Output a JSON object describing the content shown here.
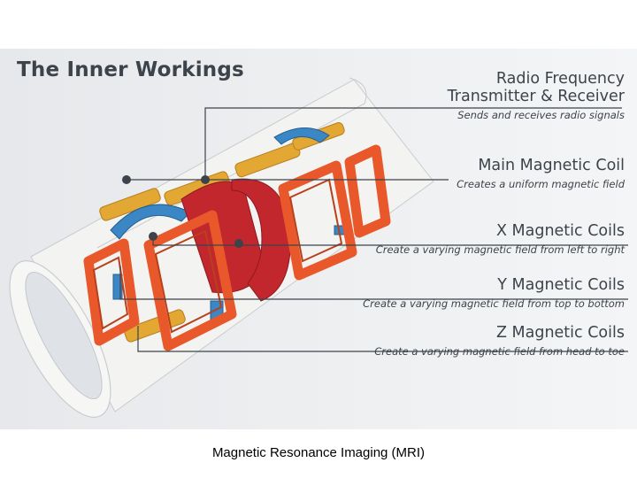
{
  "title": "The Inner Workings",
  "caption": "Magnetic Resonance Imaging (MRI)",
  "labels": [
    {
      "heading": "Radio Frequency",
      "heading2": "Transmitter & Receiver",
      "sub": "Sends and receives radio signals"
    },
    {
      "heading": "Main Magnetic Coil",
      "sub": "Creates a uniform magnetic field"
    },
    {
      "heading": "X Magnetic Coils",
      "sub": "Create a varying magnetic field from left to right"
    },
    {
      "heading": "Y Magnetic Coils",
      "sub": "Create a varying magnetic field from top to bottom"
    },
    {
      "heading": "Z Magnetic Coils",
      "sub": "Create a varying magnetic field from head to toe"
    }
  ],
  "colors": {
    "orange": "#e8582a",
    "red": "#c1272d",
    "yellow": "#e3a833",
    "blue": "#3b86c4",
    "text": "#3d434b"
  }
}
